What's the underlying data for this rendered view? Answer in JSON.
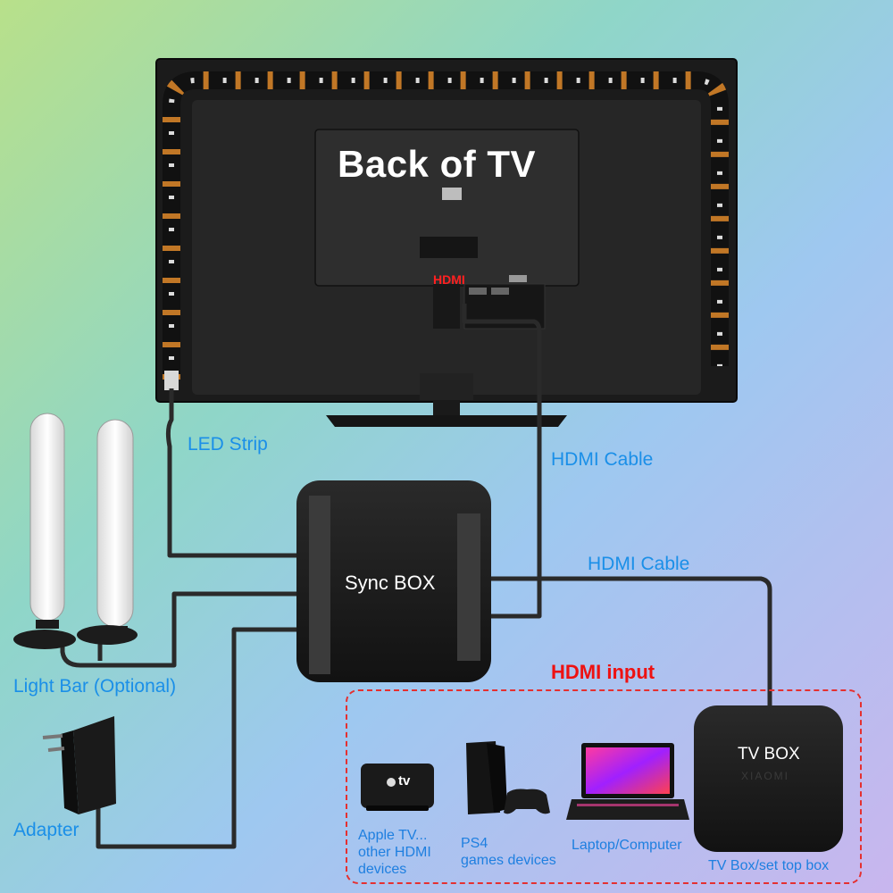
{
  "tv": {
    "title": "Back of TV",
    "hdmi_port_label": "HDMI"
  },
  "sync_box": {
    "title": "Sync BOX"
  },
  "connection_labels": {
    "led_strip": "LED Strip",
    "hdmi_cable_1": "HDMI Cable",
    "hdmi_cable_2": "HDMI Cable",
    "light_bar": "Light Bar (Optional)",
    "adapter": "Adapter"
  },
  "hdmi_input": {
    "title": "HDMI input",
    "devices": [
      {
        "line1": "Apple TV...",
        "line2": "other HDMI",
        "line3": "devices"
      },
      {
        "line1": "PS4",
        "line2": "games devices"
      },
      {
        "line1": "Laptop/Computer"
      },
      {
        "line1": "TV Box/set top box"
      }
    ]
  },
  "tv_box": {
    "title": "TV BOX",
    "brand": "XIAOMI"
  },
  "apple_tv_logo": "tv",
  "colors": {
    "label_blue": "#1a8fe8",
    "hdmi_red": "#ee1111",
    "device_black": "#1c1c1c",
    "led_strip_glow": "#e08a2a"
  }
}
